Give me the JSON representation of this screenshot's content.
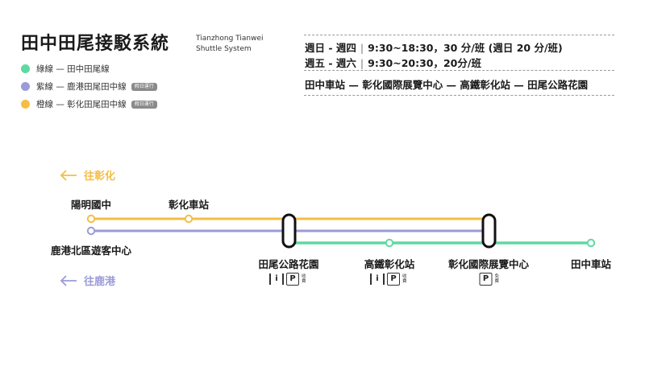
{
  "header": {
    "title": "田中田尾接駁系統",
    "subtitle_line1": "Tianzhong Tianwei",
    "subtitle_line2": "Shuttle System"
  },
  "legend": [
    {
      "label": "綠線 — 田中田尾線",
      "color": "#5fd9a1",
      "tag": ""
    },
    {
      "label": "紫線 — 鹿港田尾田中線",
      "color": "#9b9bd8",
      "tag": "假日運行"
    },
    {
      "label": "橙線 — 彰化田尾田中線",
      "color": "#f5bd45",
      "tag": "假日運行"
    }
  ],
  "schedule": {
    "weekday": {
      "days": "週日 - 週四",
      "hours": "9:30~18:30，30 分/班 (週日 20 分/班)"
    },
    "weekend": {
      "days": "週五 - 週六",
      "hours": "9:30~20:30，20分/班"
    },
    "route": "田中車站 — 彰化國際展覽中心 — 高鐵彰化站 — 田尾公路花園"
  },
  "directions": {
    "to_changhua": "往彰化",
    "to_lukang": "往鹿港"
  },
  "stations": {
    "yangming": "陽明國中",
    "changhua_station": "彰化車站",
    "lukang_center": "鹿港北區遊客中心",
    "tianwei_garden": "田尾公路花園",
    "hsr_changhua": "高鐵彰化站",
    "expo_center": "彰化國際展覽中心",
    "tianzhong_station": "田中車站"
  },
  "facility": {
    "info_glyph": "i",
    "parking_glyph": "P",
    "paid": "收費",
    "free": "免費"
  },
  "colors": {
    "green": "#5fd9a1",
    "purple": "#9b9bd8",
    "orange": "#f5bd45",
    "ink": "#111111"
  }
}
